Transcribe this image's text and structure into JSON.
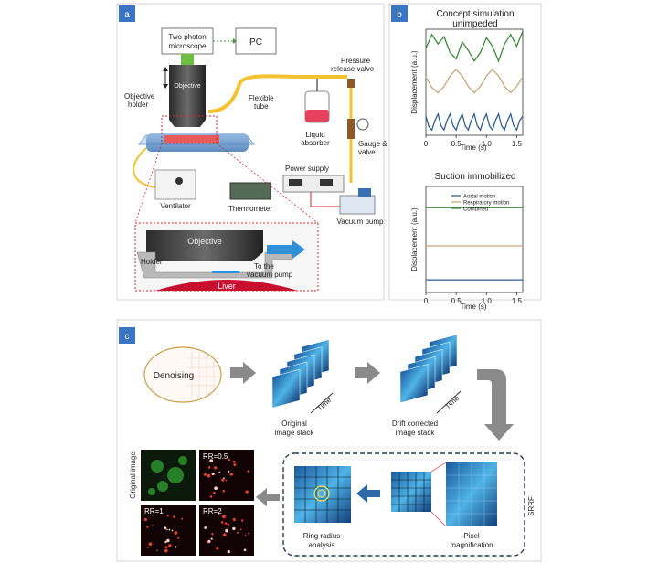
{
  "panel_labels": {
    "a": "a",
    "b": "b",
    "c": "c"
  },
  "panel_a": {
    "microscope": [
      "Two photon",
      "microscope"
    ],
    "pc": "PC",
    "objective": "Objective",
    "objective_holder": [
      "Objective",
      "holder"
    ],
    "flexible_tube": [
      "Flexible",
      "tube"
    ],
    "pressure_valve": [
      "Pressure",
      "release valve"
    ],
    "liquid_absorber": [
      "Liquid",
      "absorber"
    ],
    "gauge_valve": [
      "Gauge &",
      "valve"
    ],
    "power_supply": "Power supply",
    "ventilator": "Ventilator",
    "thermometer": "Thermometer",
    "vacuum_pump": "Vacuum pump",
    "inset_objective": "Objective",
    "inset_holder": "Holder",
    "inset_to_pump": [
      "To the",
      "vacuum pump"
    ],
    "inset_liver": "Liver"
  },
  "panel_b": {
    "top_title": [
      "Concept simulation",
      "unimpeded"
    ],
    "bottom_title": "Suction immobilized",
    "ylabel": "Displacement (a.u.)",
    "xlabel": "Time (s)",
    "xticks": [
      "0",
      "0.5",
      "1.0",
      "1.5"
    ],
    "legend": [
      "Aortal motion",
      "Respiratory motion",
      "Combined"
    ],
    "colors": {
      "aortal": "#2f5f8a",
      "respiratory": "#c8a77a",
      "combined": "#3a8a3a"
    }
  },
  "chart_data": [
    {
      "type": "line",
      "title": "Concept simulation unimpeded",
      "xlabel": "Time (s)",
      "ylabel": "Displacement (a.u.)",
      "xlim": [
        0,
        1.6
      ],
      "series": [
        {
          "kind": "combined",
          "x": [
            0,
            0.1,
            0.2,
            0.3,
            0.4,
            0.5,
            0.6,
            0.7,
            0.8,
            0.9,
            1.0,
            1.1,
            1.2,
            1.3,
            1.4,
            1.5,
            1.6
          ],
          "y": [
            0.82,
            0.95,
            0.86,
            0.93,
            0.78,
            0.72,
            0.88,
            0.8,
            0.7,
            0.78,
            0.92,
            0.84,
            0.7,
            0.86,
            0.95,
            0.84,
            0.98
          ]
        },
        {
          "kind": "respiratory",
          "x": [
            0,
            0.1,
            0.2,
            0.3,
            0.4,
            0.5,
            0.6,
            0.7,
            0.8,
            0.9,
            1.0,
            1.1,
            1.2,
            1.3,
            1.4,
            1.5,
            1.6
          ],
          "y": [
            0.55,
            0.45,
            0.4,
            0.46,
            0.56,
            0.62,
            0.56,
            0.46,
            0.4,
            0.46,
            0.56,
            0.62,
            0.56,
            0.46,
            0.4,
            0.46,
            0.55
          ]
        },
        {
          "kind": "aortal",
          "x": [
            0,
            0.05,
            0.1,
            0.15,
            0.2,
            0.25,
            0.3,
            0.35,
            0.4,
            0.45,
            0.5,
            0.55,
            0.6,
            0.65,
            0.7,
            0.75,
            0.8,
            0.85,
            0.9,
            0.95,
            1.0,
            1.05,
            1.1,
            1.15,
            1.2,
            1.25,
            1.3,
            1.35,
            1.4,
            1.45,
            1.5,
            1.55,
            1.6
          ],
          "y": [
            0.18,
            0.08,
            0.05,
            0.14,
            0.2,
            0.09,
            0.05,
            0.14,
            0.2,
            0.09,
            0.05,
            0.14,
            0.2,
            0.09,
            0.05,
            0.14,
            0.2,
            0.09,
            0.05,
            0.14,
            0.2,
            0.09,
            0.05,
            0.14,
            0.2,
            0.09,
            0.05,
            0.14,
            0.2,
            0.09,
            0.05,
            0.14,
            0.18
          ]
        }
      ]
    },
    {
      "type": "line",
      "title": "Suction immobilized",
      "xlabel": "Time (s)",
      "ylabel": "Displacement (a.u.)",
      "xlim": [
        0,
        1.6
      ],
      "series": [
        {
          "name": "Aortal motion",
          "kind": "aortal",
          "x": [
            0,
            1.6
          ],
          "y": [
            0.12,
            0.12
          ]
        },
        {
          "name": "Respiratory motion",
          "kind": "respiratory",
          "x": [
            0,
            1.6
          ],
          "y": [
            0.44,
            0.44
          ]
        },
        {
          "name": "Combined",
          "kind": "combined",
          "x": [
            0,
            1.6
          ],
          "y": [
            0.8,
            0.8
          ]
        }
      ]
    }
  ],
  "panel_c": {
    "denoising": "Denoising",
    "time": "Time",
    "original_stack": [
      "Original",
      "image stack"
    ],
    "drift_stack": [
      "Drift corrected",
      "image stack"
    ],
    "srrf": "SRRF",
    "pixel_mag": [
      "Pixel",
      "magnification"
    ],
    "ring_radius": [
      "Ring radius",
      "analysis"
    ],
    "original_image": "Original image",
    "rr_labels": [
      "RR=0.5",
      "RR=1",
      "RR=2"
    ]
  }
}
